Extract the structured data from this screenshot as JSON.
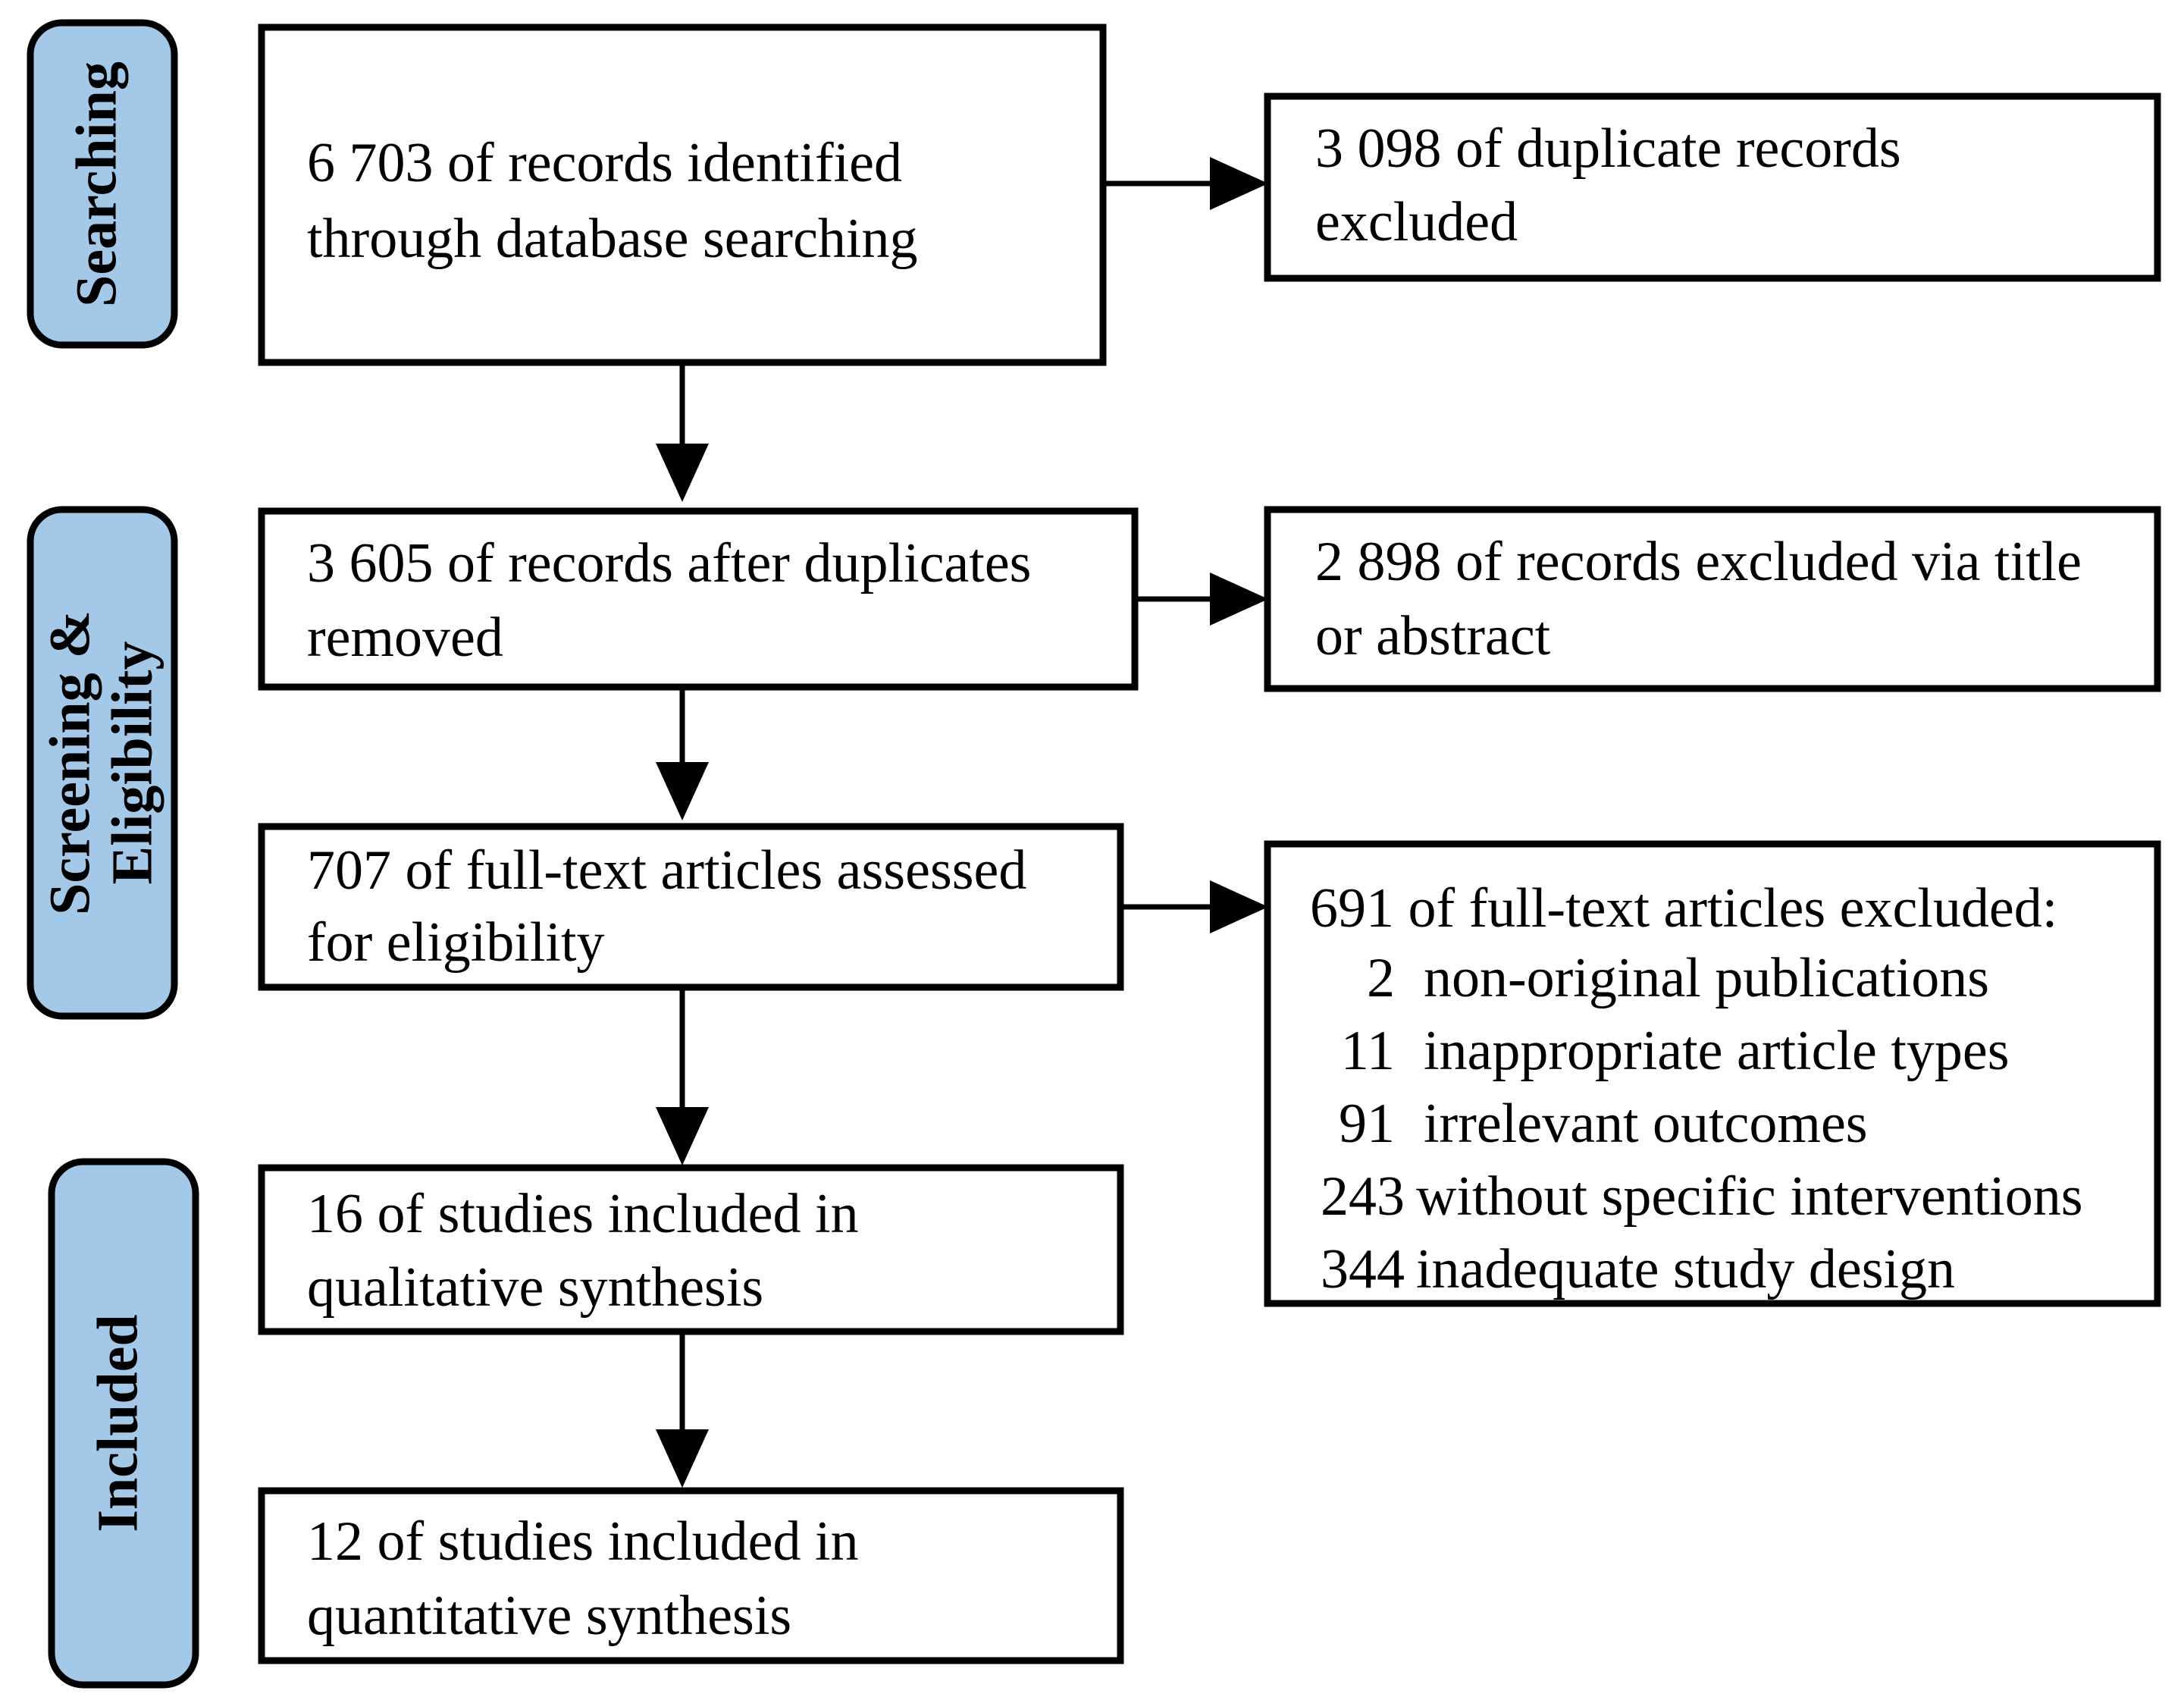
{
  "diagram": {
    "type": "prisma-flow-diagram",
    "title": "PRISMA study selection flow diagram",
    "background_color": "#ffffff",
    "stage_label_fill": "#A4C8E8",
    "stage_label_stroke": "#000000",
    "box_fill": "#ffffff",
    "box_stroke": "#000000",
    "connector_color": "#000000"
  },
  "stages": [
    {
      "id": "searching",
      "label": "Searching",
      "lines": [
        "Searching"
      ]
    },
    {
      "id": "screening-eligibility",
      "label": "Screening & Eligibility",
      "lines": [
        "Screening &",
        "Eligibility"
      ]
    },
    {
      "id": "included",
      "label": "Included",
      "lines": [
        "Included"
      ]
    }
  ],
  "flow_boxes": [
    {
      "id": "records-identified",
      "lines": [
        "6 703 of records identified",
        "through database searching"
      ],
      "count": 6703,
      "stage": "searching"
    },
    {
      "id": "records-after-duplicates",
      "lines": [
        "3 605 of records after duplicates",
        "removed"
      ],
      "count": 3605,
      "stage": "screening-eligibility"
    },
    {
      "id": "full-text-assessed",
      "lines": [
        "707 of full-text articles assessed",
        "for eligibility"
      ],
      "count": 707,
      "stage": "screening-eligibility"
    },
    {
      "id": "qualitative-synthesis",
      "lines": [
        "16 of studies included in",
        "qualitative synthesis"
      ],
      "count": 16,
      "stage": "included"
    },
    {
      "id": "quantitative-synthesis",
      "lines": [
        "12 of studies included in",
        "quantitative synthesis"
      ],
      "count": 12,
      "stage": "included"
    }
  ],
  "exclusion_boxes": [
    {
      "id": "duplicates-excluded",
      "lines": [
        "3 098 of duplicate records",
        "excluded"
      ],
      "count": 3098
    },
    {
      "id": "title-abstract-excluded",
      "lines": [
        "2 898 of records excluded via title",
        "or abstract"
      ],
      "count": 2898
    }
  ],
  "fulltext_excluded": {
    "id": "fulltext-excluded",
    "heading": "691 of full-text articles excluded:",
    "total": 691,
    "reasons": [
      {
        "count": "2",
        "reason": "non-original publications"
      },
      {
        "count": "11",
        "reason": "inappropriate article types"
      },
      {
        "count": "91",
        "reason": "irrelevant outcomes"
      },
      {
        "count": "243",
        "reason": "without specific interventions"
      },
      {
        "count": "344",
        "reason": "inadequate study design"
      }
    ]
  },
  "connectors": [
    {
      "id": "identified-to-after-duplicates",
      "direction": "down"
    },
    {
      "id": "identified-to-duplicates-excluded",
      "direction": "right"
    },
    {
      "id": "after-duplicates-to-fulltext",
      "direction": "down"
    },
    {
      "id": "after-duplicates-to-title-abstract-excluded",
      "direction": "right"
    },
    {
      "id": "fulltext-to-qualitative",
      "direction": "down"
    },
    {
      "id": "fulltext-to-fulltext-excluded",
      "direction": "right"
    },
    {
      "id": "qualitative-to-quantitative",
      "direction": "down"
    }
  ]
}
